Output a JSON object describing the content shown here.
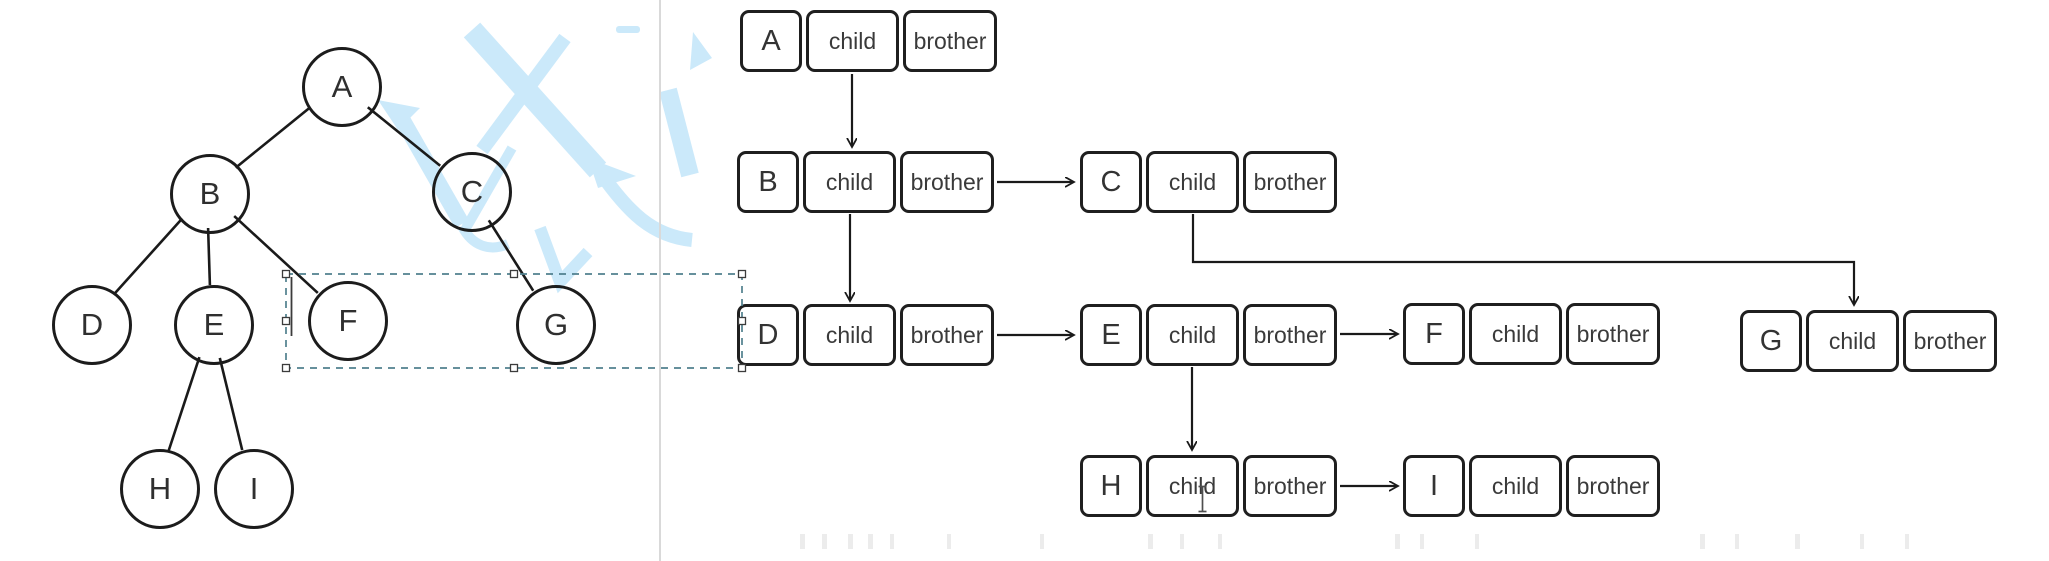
{
  "tree": {
    "nodes": [
      {
        "id": "A",
        "label": "A"
      },
      {
        "id": "B",
        "label": "B"
      },
      {
        "id": "C",
        "label": "C"
      },
      {
        "id": "D",
        "label": "D"
      },
      {
        "id": "E",
        "label": "E"
      },
      {
        "id": "F",
        "label": "F"
      },
      {
        "id": "G",
        "label": "G"
      },
      {
        "id": "H",
        "label": "H"
      },
      {
        "id": "I",
        "label": "I"
      }
    ],
    "edges": [
      [
        "A",
        "B"
      ],
      [
        "A",
        "C"
      ],
      [
        "B",
        "D"
      ],
      [
        "B",
        "E"
      ],
      [
        "B",
        "F"
      ],
      [
        "C",
        "G"
      ],
      [
        "E",
        "H"
      ],
      [
        "E",
        "I"
      ]
    ]
  },
  "rows": [
    {
      "id": "A",
      "letter": "A",
      "child_label": "child",
      "brother_label": "brother"
    },
    {
      "id": "B",
      "letter": "B",
      "child_label": "child",
      "brother_label": "brother"
    },
    {
      "id": "C",
      "letter": "C",
      "child_label": "child",
      "brother_label": "brother"
    },
    {
      "id": "D",
      "letter": "D",
      "child_label": "child",
      "brother_label": "brother"
    },
    {
      "id": "E",
      "letter": "E",
      "child_label": "child",
      "brother_label": "brother"
    },
    {
      "id": "F",
      "letter": "F",
      "child_label": "child",
      "brother_label": "brother"
    },
    {
      "id": "G",
      "letter": "G",
      "child_label": "child",
      "brother_label": "brother"
    },
    {
      "id": "H",
      "letter": "H",
      "child_label": "child",
      "brother_label": "brother"
    },
    {
      "id": "I",
      "letter": "I",
      "child_label": "child",
      "brother_label": "brother"
    }
  ],
  "pointers": {
    "child_links": [
      [
        "A",
        "B"
      ],
      [
        "B",
        "D"
      ],
      [
        "C",
        "G"
      ],
      [
        "E",
        "H"
      ]
    ],
    "brother_links": [
      [
        "B",
        "C"
      ],
      [
        "D",
        "E"
      ],
      [
        "E",
        "F"
      ],
      [
        "H",
        "I"
      ]
    ]
  },
  "colors": {
    "line": "#1a1a1a",
    "box_border": "#1f1f1f",
    "watermark_blue": "#c9e8fa",
    "selection_dash": "#50808e",
    "handle_border": "#3c3c3c",
    "divider_gray": "#d9d9d9",
    "text_gray": "#3a3a3a"
  }
}
